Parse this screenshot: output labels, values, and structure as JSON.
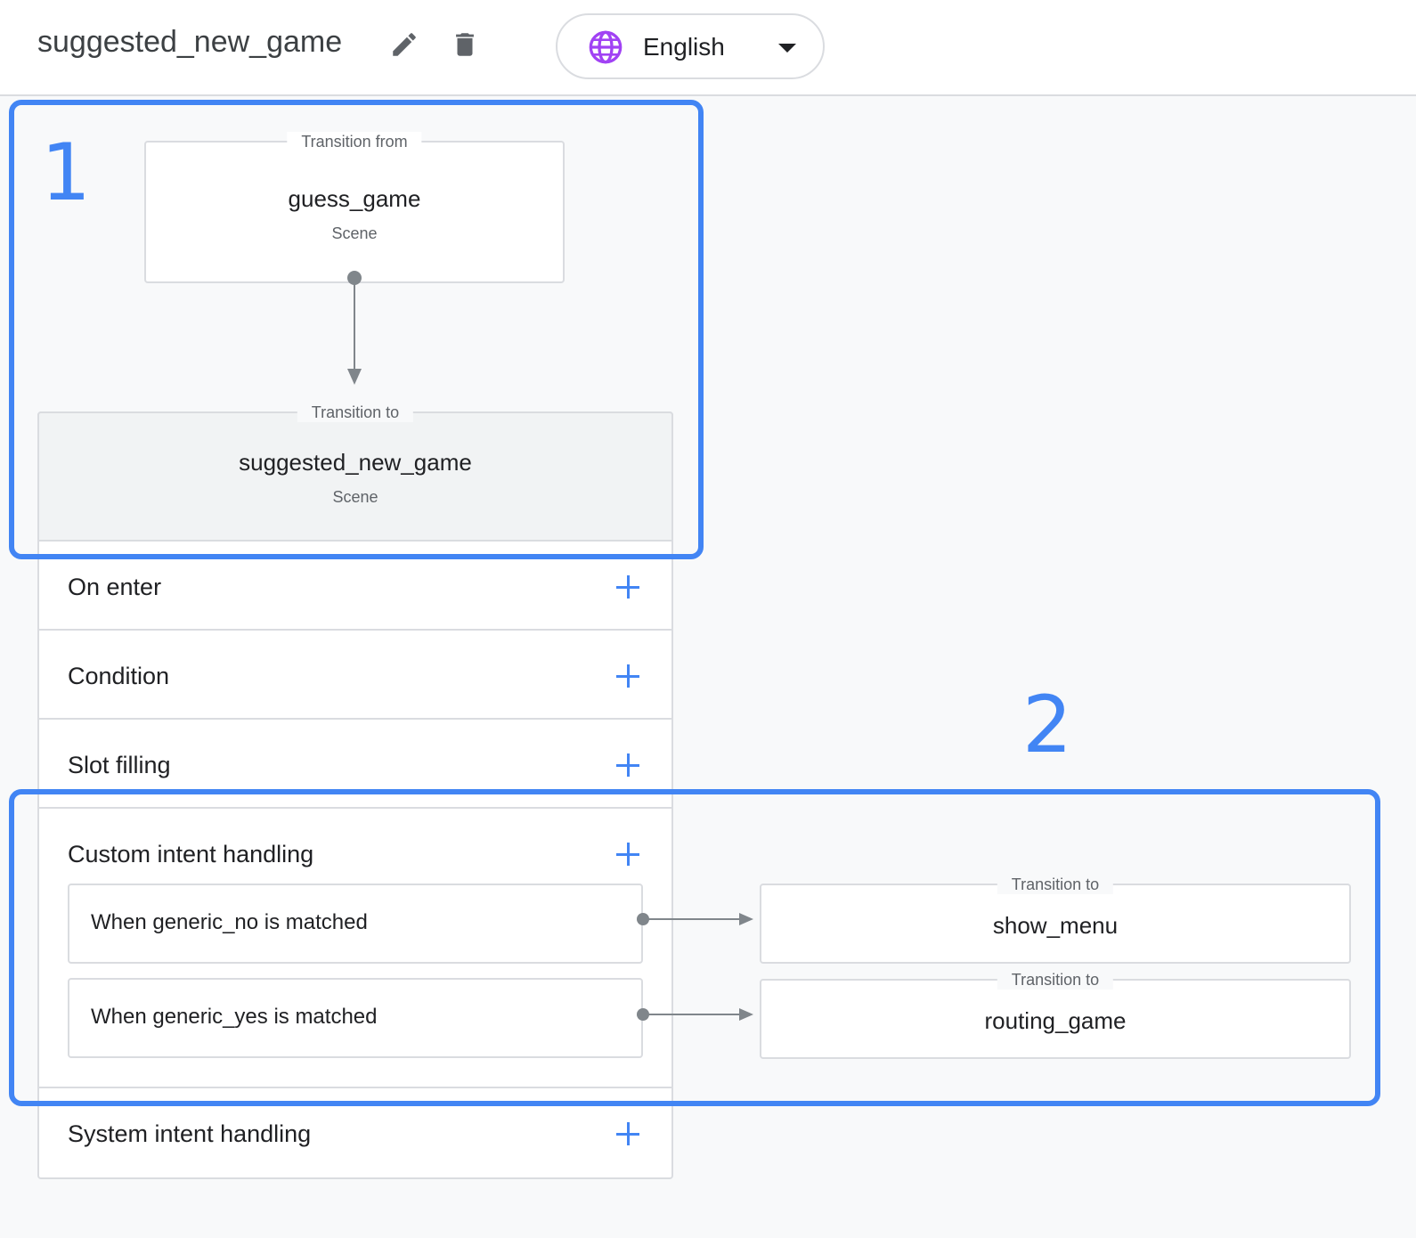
{
  "header": {
    "scene_title": "suggested_new_game",
    "edit_icon": "pencil-icon",
    "delete_icon": "trash-icon",
    "language": {
      "icon": "globe-icon",
      "selected": "English",
      "caret_icon": "caret-down-icon"
    }
  },
  "transition_from": {
    "legend": "Transition from",
    "name": "guess_game",
    "type": "Scene"
  },
  "current_scene": {
    "legend": "Transition to",
    "name": "suggested_new_game",
    "type": "Scene"
  },
  "sections": {
    "on_enter": "On enter",
    "condition": "Condition",
    "slot_filling": "Slot filling",
    "custom_intent": "Custom intent handling",
    "system_intent": "System intent handling"
  },
  "intent_rules": [
    {
      "when": "When generic_no is matched",
      "target_legend": "Transition to",
      "target": "show_menu"
    },
    {
      "when": "When generic_yes is matched",
      "target_legend": "Transition to",
      "target": "routing_game"
    }
  ],
  "callouts": {
    "one": "1",
    "two": "2"
  },
  "colors": {
    "accent": "#4285f4",
    "globe": "#a142f4",
    "border": "#dadce0",
    "connector": "#80868b"
  }
}
